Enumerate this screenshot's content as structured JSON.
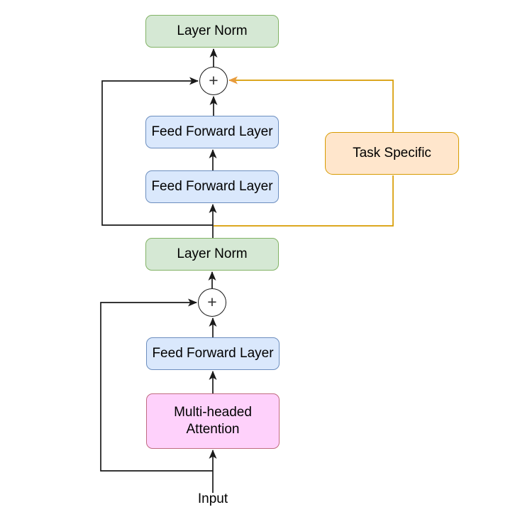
{
  "title": "Transformer adapter block diagram",
  "nodes": {
    "layer_norm_top": {
      "label": "Layer Norm"
    },
    "add_upper": {
      "label": "+"
    },
    "feed_forward_upper_2": {
      "label": "Feed Forward Layer"
    },
    "feed_forward_upper_1": {
      "label": "Feed Forward Layer"
    },
    "task_specific": {
      "label": "Task Specific"
    },
    "layer_norm_mid": {
      "label": "Layer Norm"
    },
    "add_lower": {
      "label": "+"
    },
    "feed_forward_lower": {
      "label": "Feed Forward Layer"
    },
    "multi_headed_attention": {
      "label": "Multi-headed\nAttention"
    },
    "input": {
      "label": "Input"
    }
  },
  "colors": {
    "line": "#1a1a1a",
    "green_fill": "#d5e8d4",
    "green_stroke": "#82b366",
    "blue_fill": "#dae8fc",
    "blue_stroke": "#6c8ebf",
    "orange_fill": "#ffe6cc",
    "orange_stroke": "#d79b00",
    "orange_line": "#d79b00",
    "orange_arrow": "#e89b3c",
    "pink_fill": "#fed1fb",
    "pink_stroke": "#c06b80"
  }
}
